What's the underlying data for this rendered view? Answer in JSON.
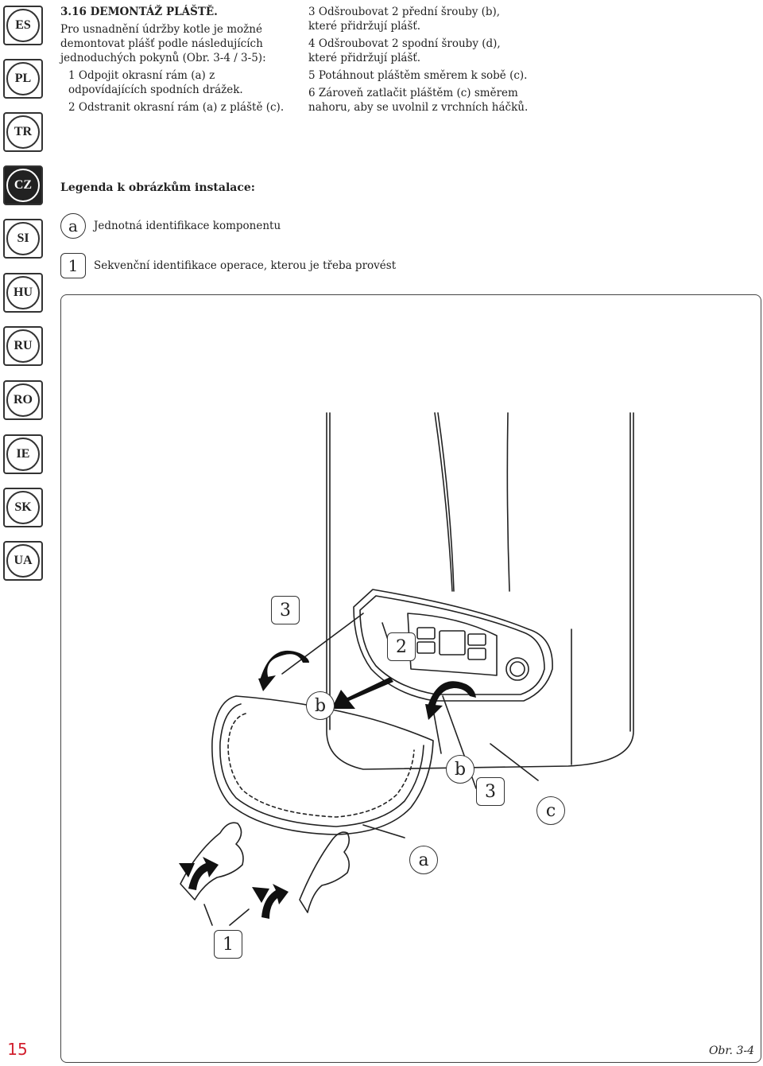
{
  "language_tabs": [
    {
      "code": "ES",
      "active": false
    },
    {
      "code": "PL",
      "active": false
    },
    {
      "code": "TR",
      "active": false
    },
    {
      "code": "CZ",
      "active": true
    },
    {
      "code": "SI",
      "active": false
    },
    {
      "code": "HU",
      "active": false
    },
    {
      "code": "RU",
      "active": false
    },
    {
      "code": "RO",
      "active": false
    },
    {
      "code": "IE",
      "active": false
    },
    {
      "code": "SK",
      "active": false
    },
    {
      "code": "UA",
      "active": false
    }
  ],
  "section": {
    "title": "3.16 DEMONTÁŽ PLÁŠTĚ.",
    "intro": "Pro usnadnění údržby kotle je možné demontovat plášť podle následujících jednoduchých pokynů (Obr. 3-4 / 3-5):",
    "steps": [
      "1 Odpojit okrasní rám (a) z odpovídajících spodních drážek.",
      "2 Odstranit okrasní rám (a) z pláště (c).",
      "3 Odšroubovat 2 přední šrouby (b), které přidržují plášť.",
      "4 Odšroubovat 2 spodní šrouby (d), které přidržují plášť.",
      "5 Potáhnout pláštěm směrem k sobě (c).",
      "6 Zároveň zatlačit pláštěm (c) směrem nahoru, aby se uvolnil z vrchních háčků."
    ]
  },
  "legend": {
    "title": "Legenda k obrázkům instalace:",
    "items": [
      {
        "key": "a",
        "text": "Jednotná identifikace komponentu"
      },
      {
        "key": "1",
        "text": "Sekvenční identifikace operace, kterou je třeba provést"
      }
    ]
  },
  "figure": {
    "caption": "Obr. 3-4",
    "callouts": [
      "3",
      "2",
      "b",
      "b",
      "3",
      "c",
      "a",
      "1"
    ]
  },
  "page_number": "15"
}
